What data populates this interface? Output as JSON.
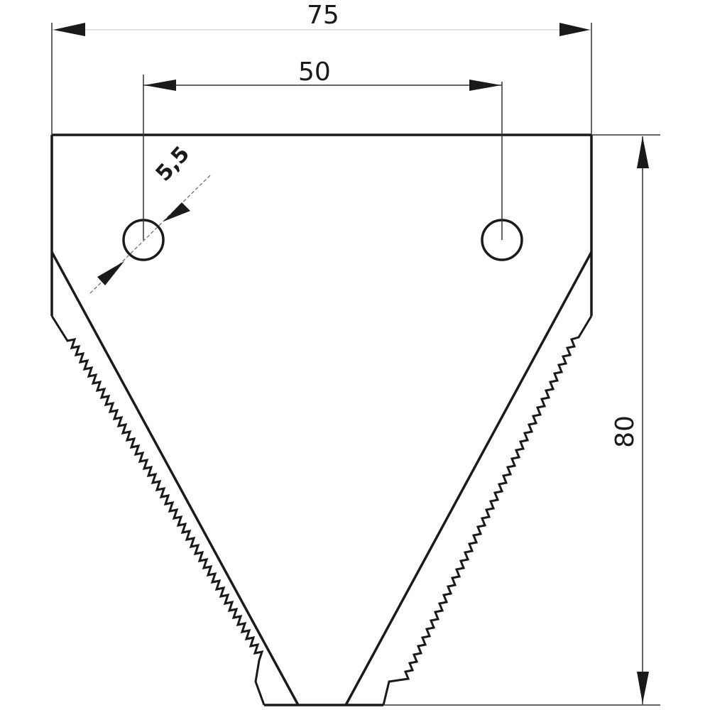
{
  "drawing": {
    "subject": "serrated knife section blade",
    "colors": {
      "line": "#1a1a1a",
      "background": "#ffffff",
      "centerline": "#555555"
    },
    "dimensions": {
      "overall_width": {
        "label": "75"
      },
      "hole_spacing": {
        "label": "50"
      },
      "overall_height": {
        "label": "80"
      },
      "hole_diameter": {
        "label": "5,5"
      }
    },
    "holes": [
      {
        "name": "left-mounting-hole"
      },
      {
        "name": "right-mounting-hole"
      }
    ]
  }
}
